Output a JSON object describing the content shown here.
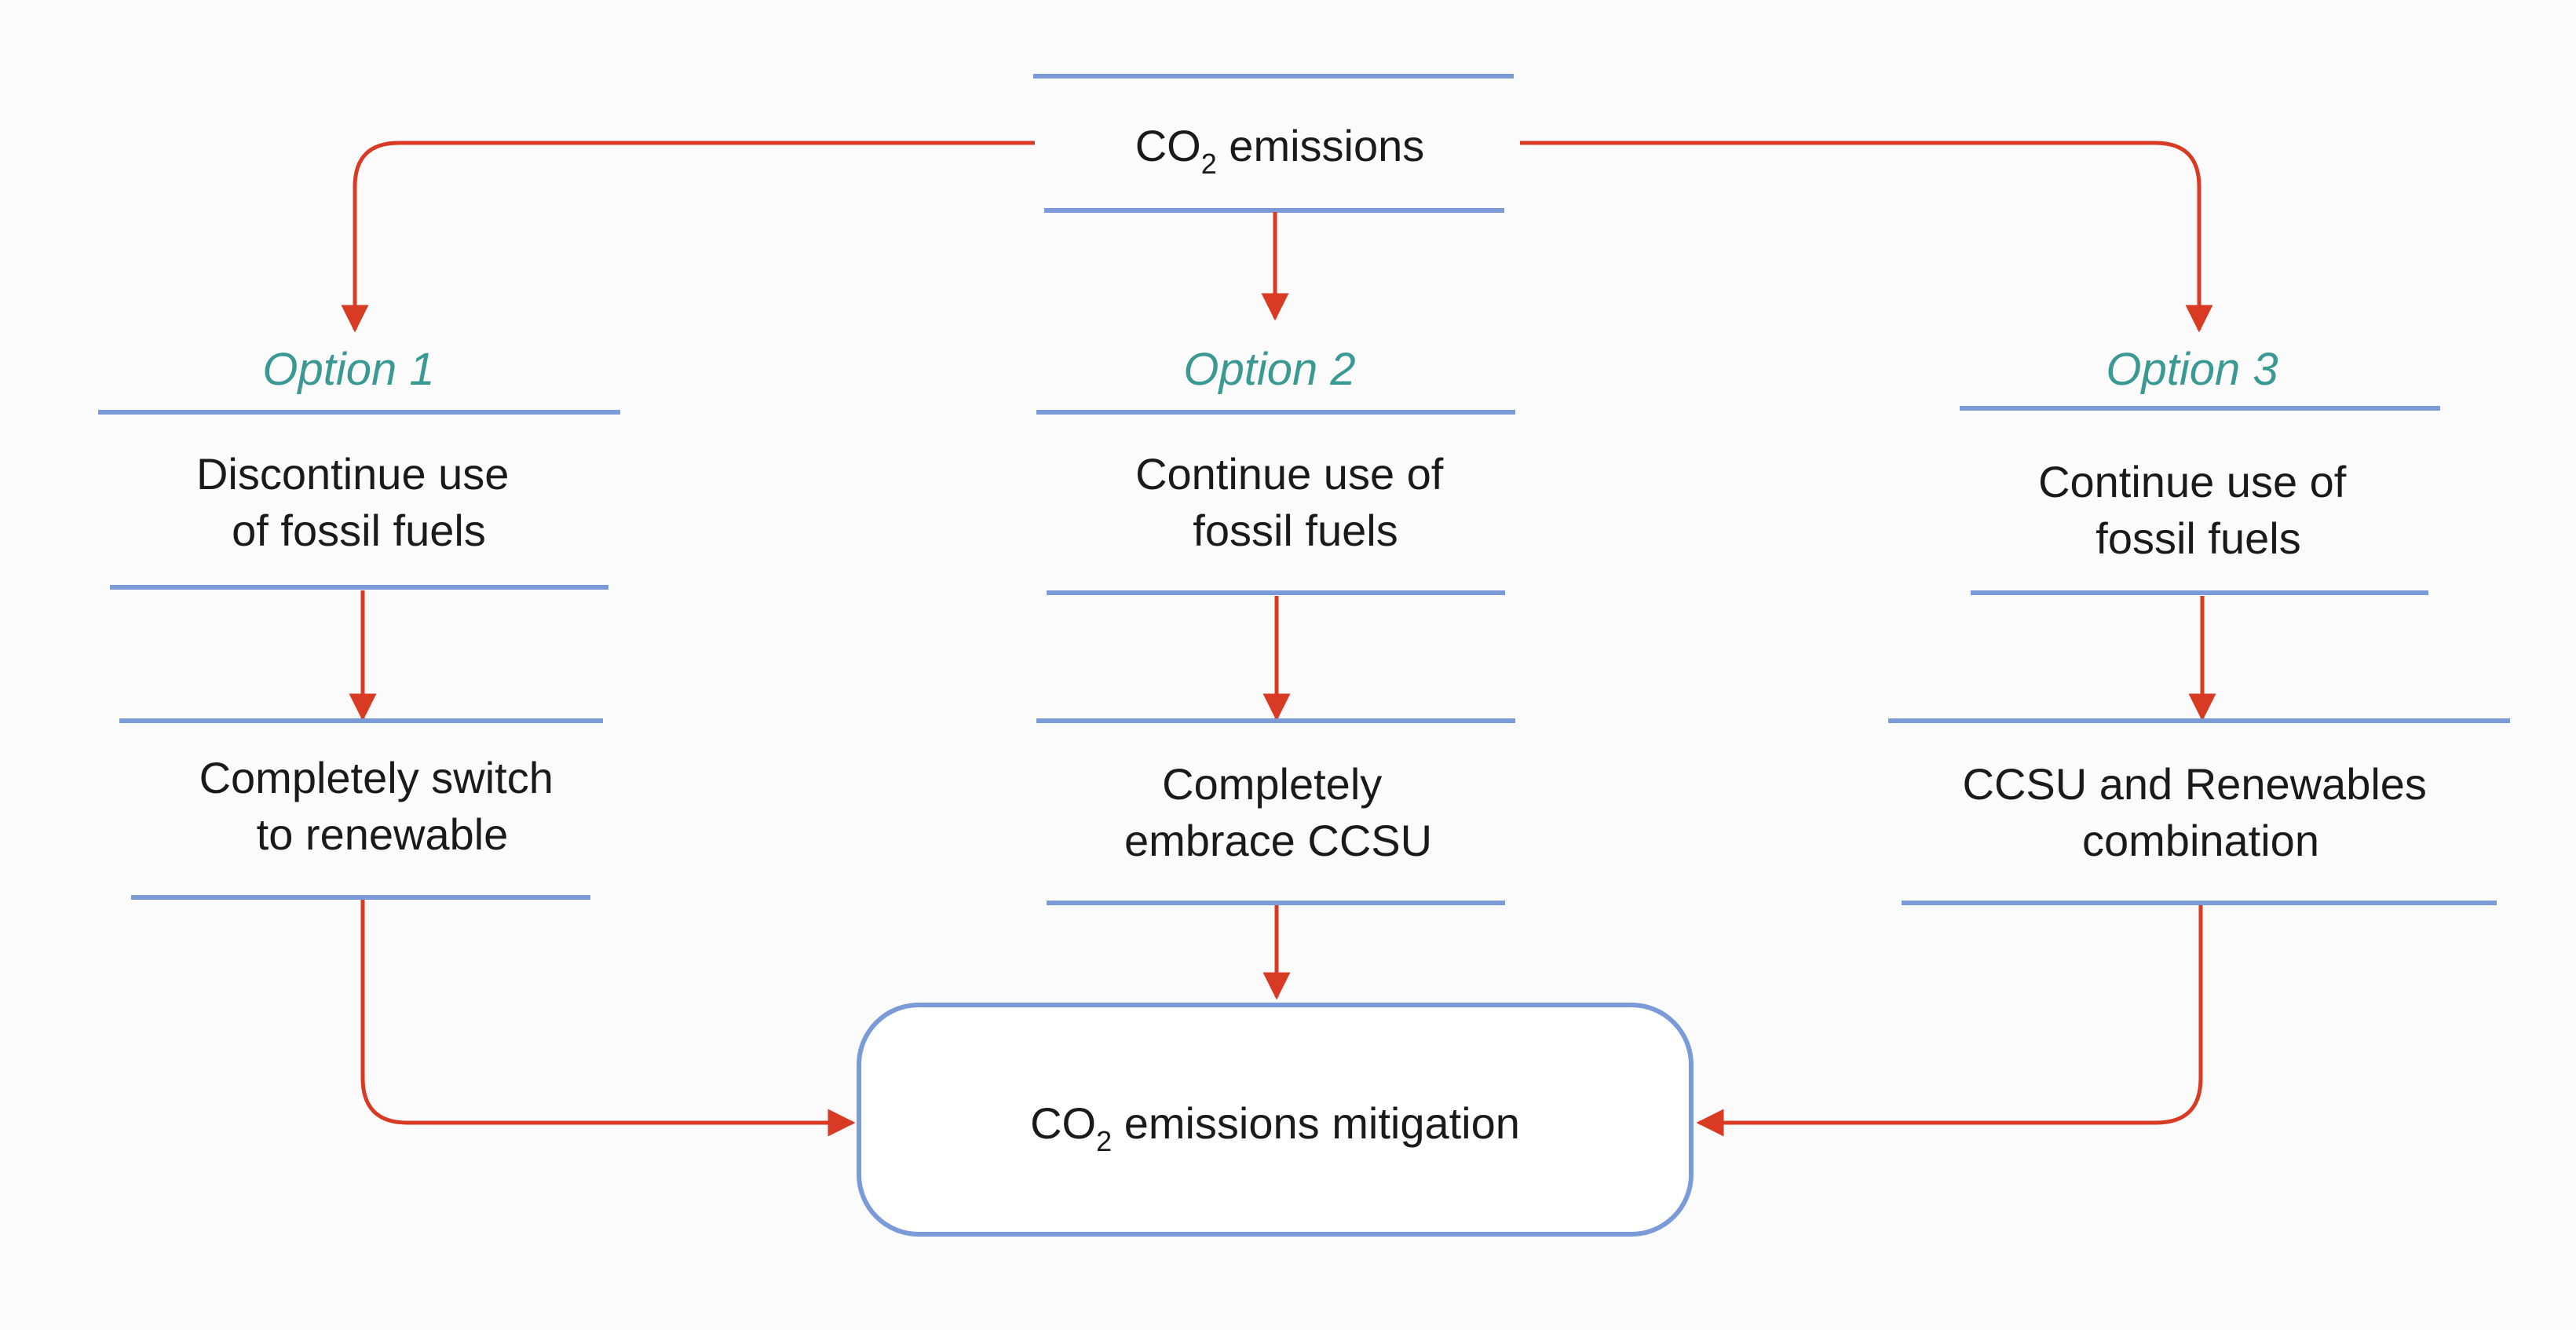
{
  "colors": {
    "line": "#7b9bd8",
    "arrow": "#d93a24",
    "option_label": "#3a9a93",
    "text": "#1a1a1a",
    "background": "#fbfbfb"
  },
  "top": {
    "text": "CO",
    "sub": "2",
    "suffix": " emissions"
  },
  "options": [
    {
      "label": "Option 1",
      "step1": [
        "Discontinue use",
        "of fossil fuels"
      ],
      "step2": [
        "Completely switch",
        "to renewable"
      ]
    },
    {
      "label": "Option 2",
      "step1": [
        "Continue use of",
        "fossil fuels"
      ],
      "step2": [
        "Completely",
        "embrace CCSU"
      ]
    },
    {
      "label": "Option 3",
      "step1": [
        "Continue use of",
        "fossil fuels"
      ],
      "step2": [
        "CCSU and Renewables",
        "combination"
      ]
    }
  ],
  "result": {
    "text": "CO",
    "sub": "2",
    "suffix": " emissions mitigation"
  }
}
